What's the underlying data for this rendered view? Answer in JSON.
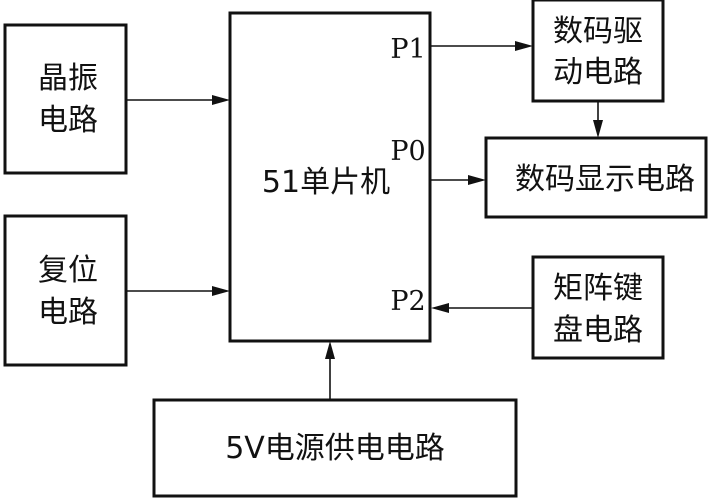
{
  "blocks": {
    "oscillator": {
      "line1": "晶振",
      "line2": "电路"
    },
    "reset": {
      "line1": "复位",
      "line2": "电路"
    },
    "mcu": {
      "label": "51单片机"
    },
    "digit_driver": {
      "line1": "数码驱",
      "line2": "动电路"
    },
    "display": {
      "label": "数码显示电路"
    },
    "keypad": {
      "line1": "矩阵键",
      "line2": "盘电路"
    },
    "power": {
      "label": "5V电源供电电路"
    }
  },
  "ports": {
    "p1": "P1",
    "p0": "P0",
    "p2": "P2"
  }
}
